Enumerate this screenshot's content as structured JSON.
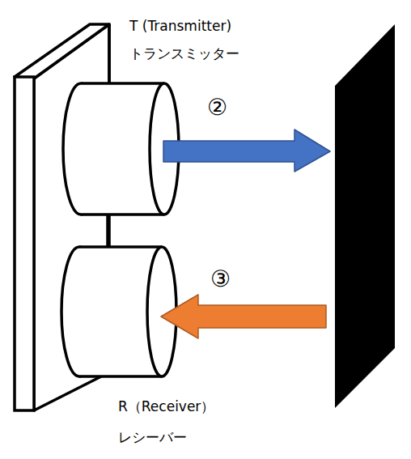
{
  "diagram": {
    "labels": [
      "T (Transmitter)",
      "トランスミッター",
      "②",
      "③",
      "R（Receiver）",
      "レシーバー"
    ]
  }
}
